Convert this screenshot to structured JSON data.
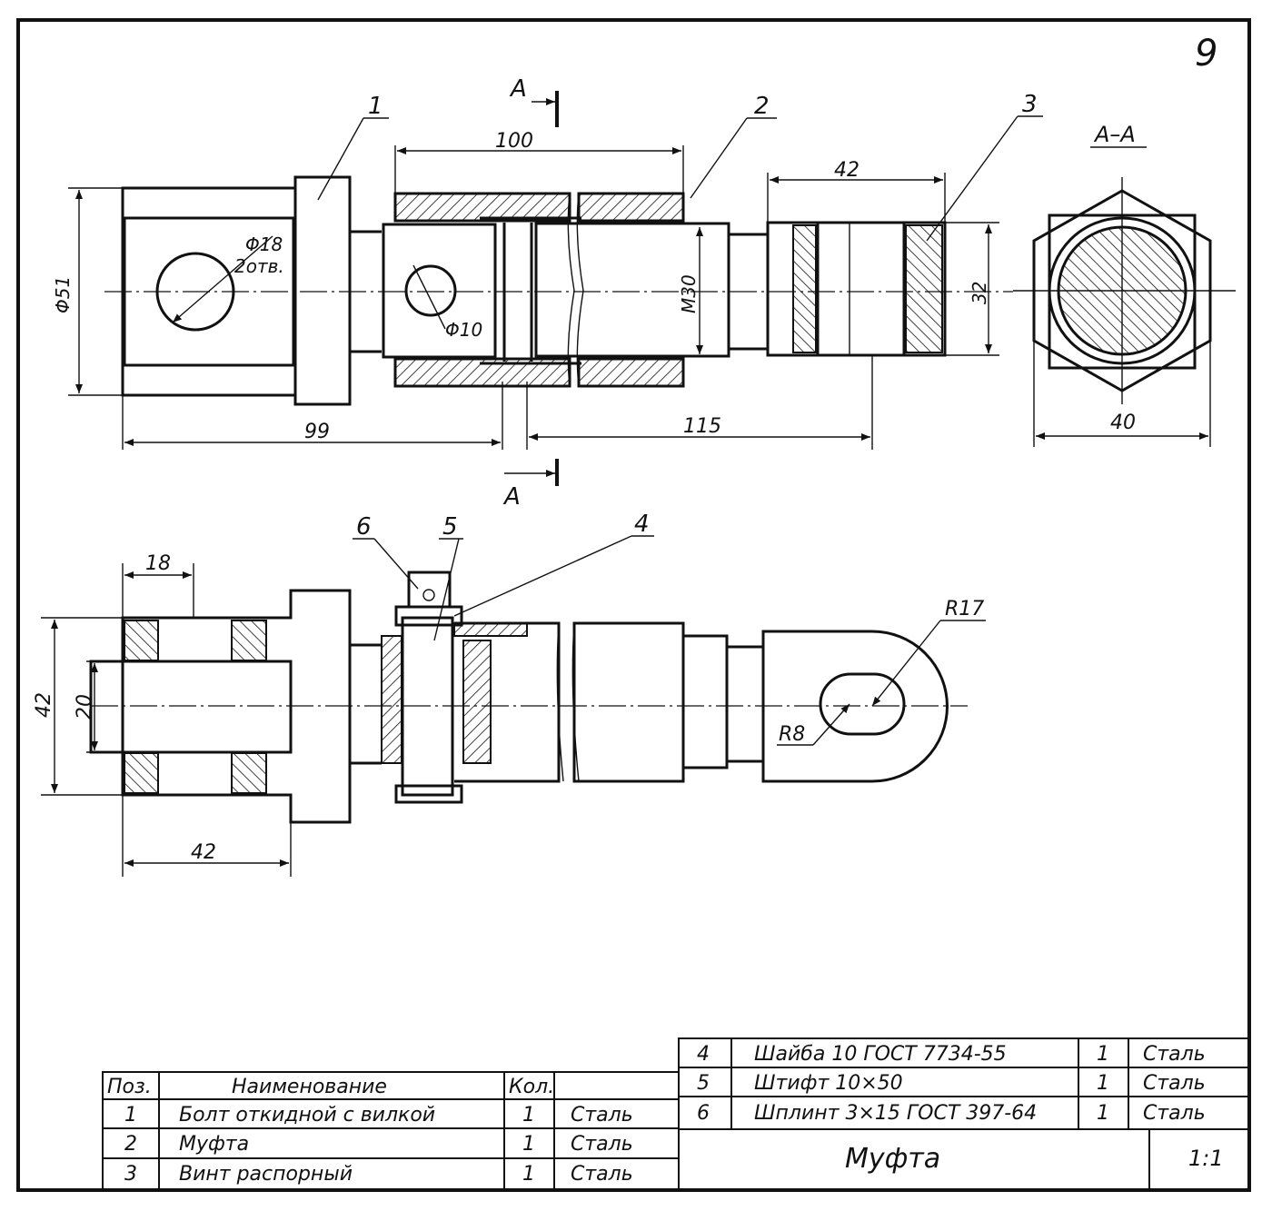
{
  "sheet_number": "9",
  "section": {
    "letter": "А",
    "title": "А–А"
  },
  "position_labels": [
    "1",
    "2",
    "3",
    "4",
    "5",
    "6"
  ],
  "dimensions": {
    "len_100": "100",
    "len_42_top": "42",
    "dia_51": "Φ51",
    "dia_18": "Φ18",
    "holes_note": "2отв.",
    "dia_10": "Φ10",
    "thread_m30": "M30",
    "size_32": "32",
    "len_99": "99",
    "len_115": "115",
    "width_40": "40",
    "len_18": "18",
    "height_42": "42",
    "width_20": "20",
    "bottom_42": "42",
    "radius_17": "R17",
    "radius_8": "R8"
  },
  "bill_of_materials": {
    "headers": {
      "pos": "Поз.",
      "name": "Наименование",
      "qty": "Кол."
    },
    "rows": [
      {
        "pos": "1",
        "name": "Болт откидной с вилкой",
        "qty": "1",
        "material": "Сталь"
      },
      {
        "pos": "2",
        "name": "Муфта",
        "qty": "1",
        "material": "Сталь"
      },
      {
        "pos": "3",
        "name": "Винт распорный",
        "qty": "1",
        "material": "Сталь"
      },
      {
        "pos": "4",
        "name": "Шайба 10 ГОСТ 7734-55",
        "qty": "1",
        "material": "Сталь"
      },
      {
        "pos": "5",
        "name": "Штифт 10×50",
        "qty": "1",
        "material": "Сталь"
      },
      {
        "pos": "6",
        "name": "Шплинт 3×15 ГОСТ 397-64",
        "qty": "1",
        "material": "Сталь"
      }
    ]
  },
  "title_block": {
    "name": "Муфта",
    "scale": "1:1"
  }
}
